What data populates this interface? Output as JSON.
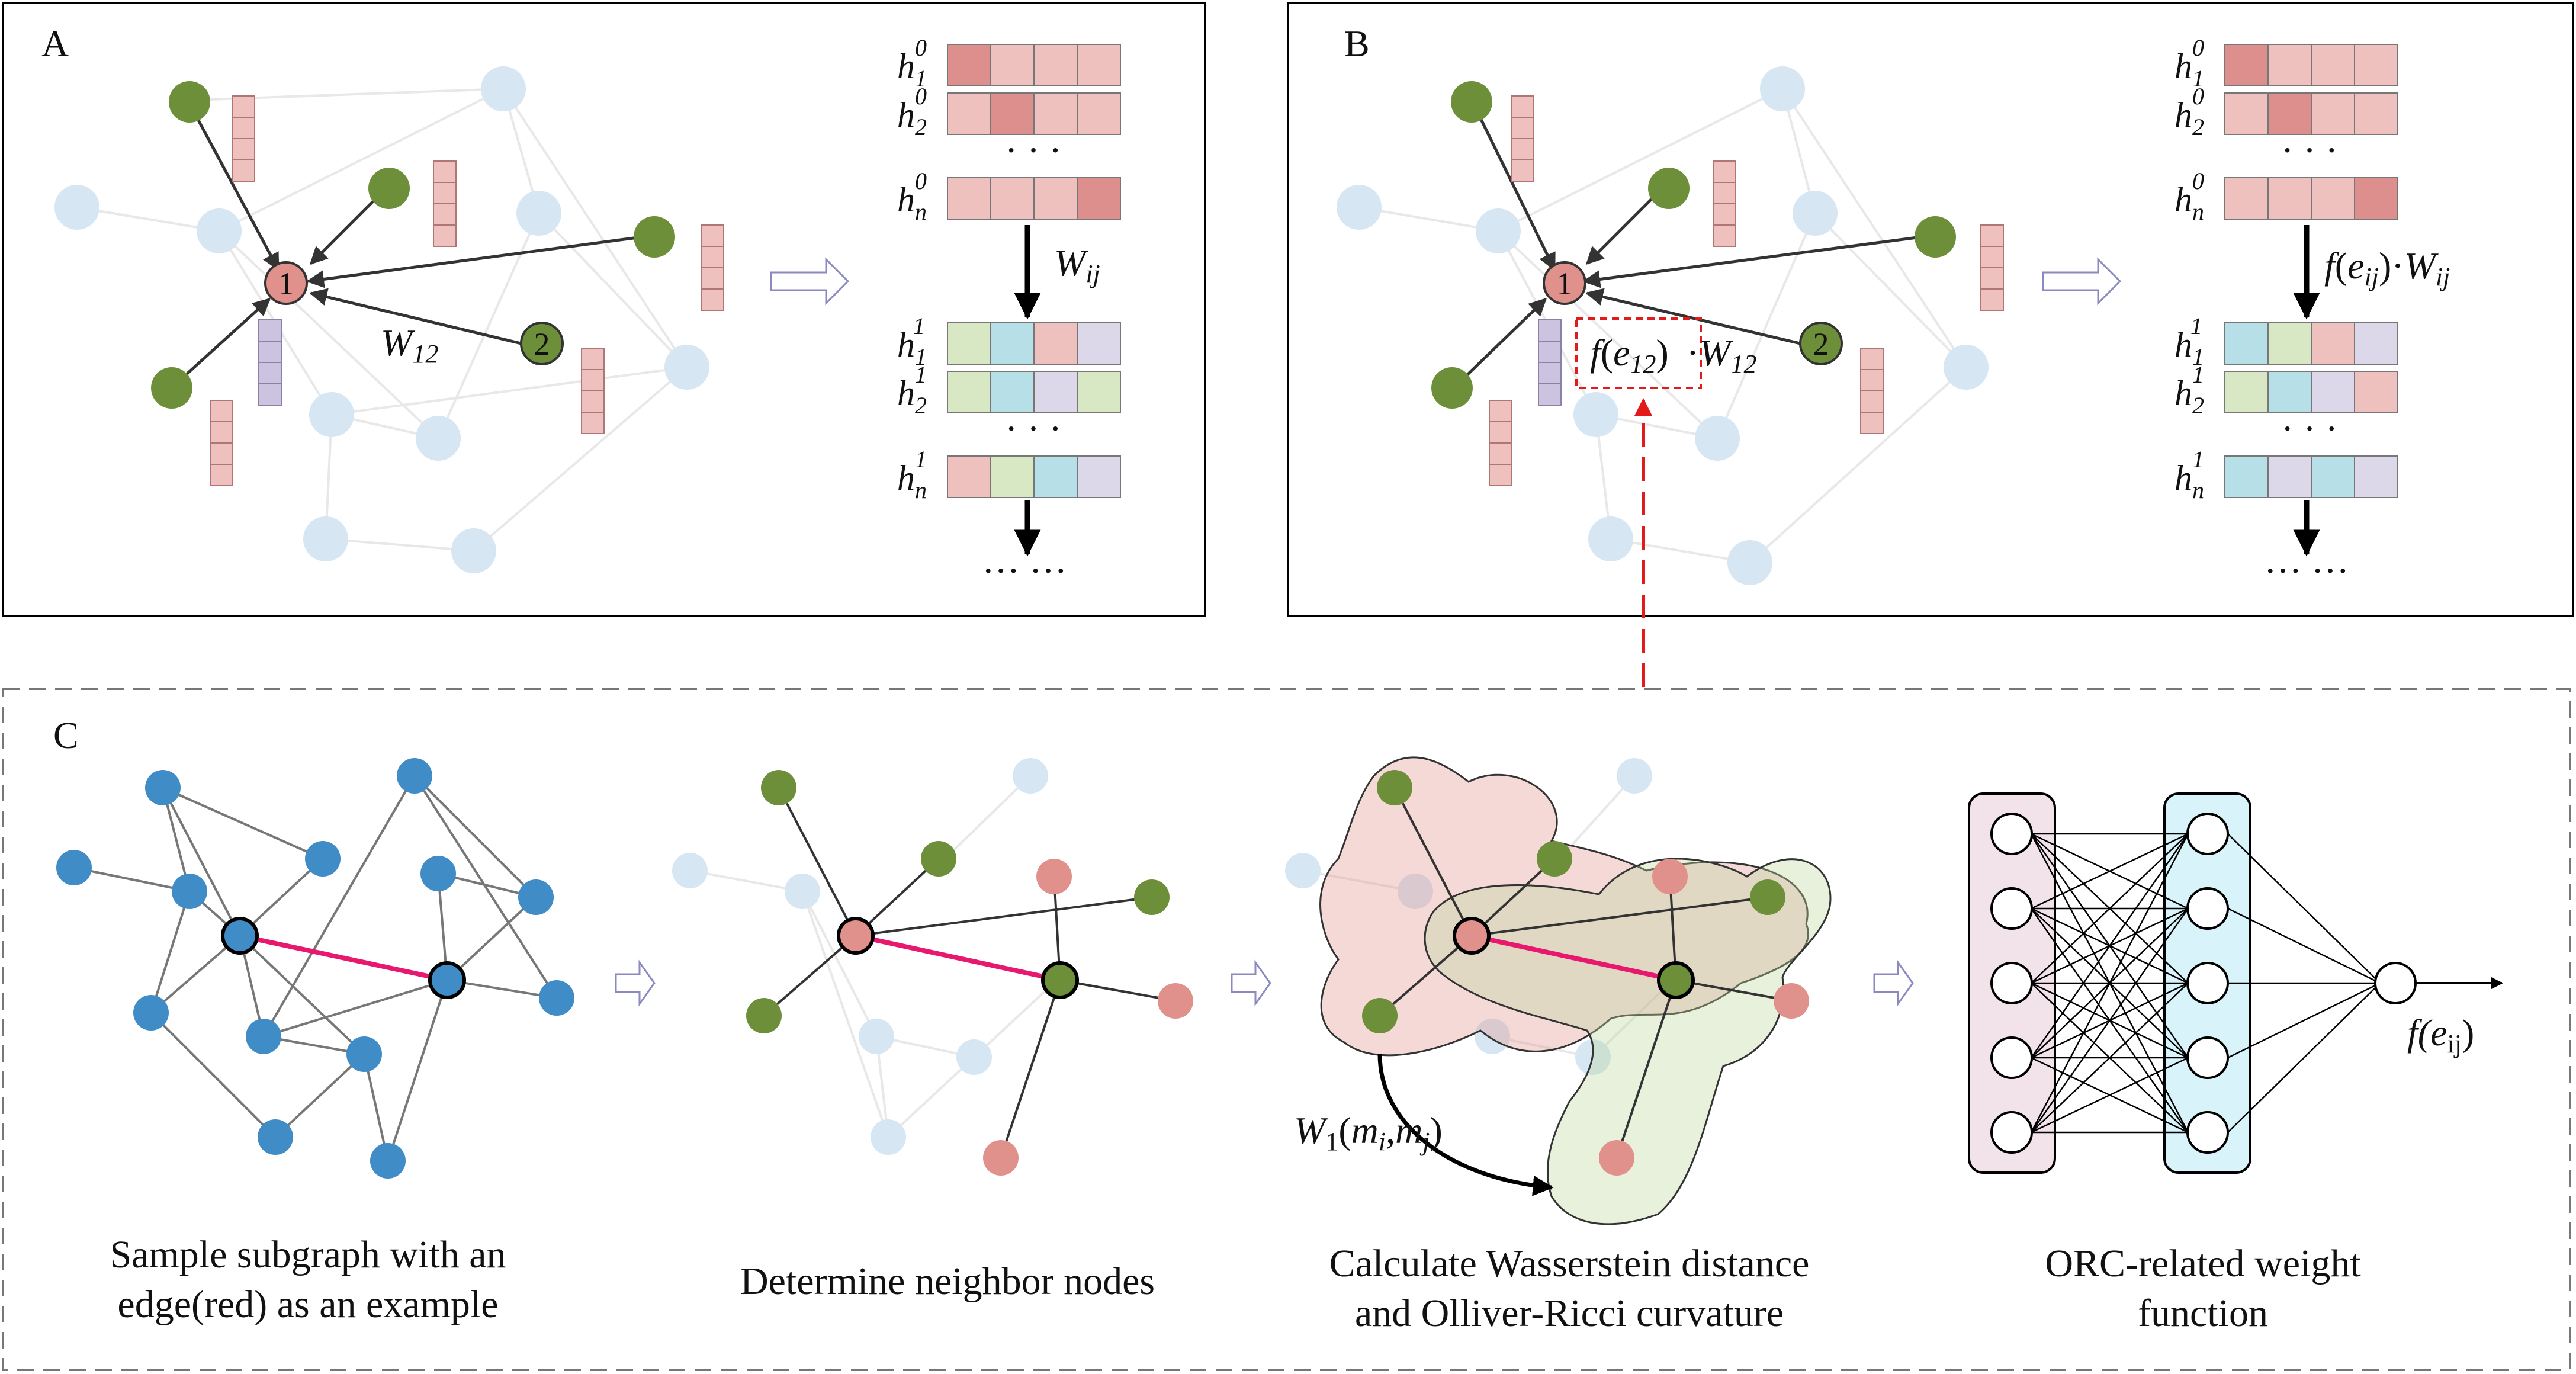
{
  "panels": {
    "a": {
      "label": "A",
      "node1": "1",
      "node2": "2",
      "edge_weight": "W",
      "edge_weight_sub": "12",
      "layer_weight": "W",
      "layer_weight_sub": "ij",
      "h_labels": [
        {
          "base": "h",
          "sub": "1",
          "sup": "0"
        },
        {
          "base": "h",
          "sub": "2",
          "sup": "0"
        },
        {
          "base": "h",
          "sub": "n",
          "sup": "0"
        },
        {
          "base": "h",
          "sub": "1",
          "sup": "1"
        },
        {
          "base": "h",
          "sub": "2",
          "sup": "1"
        },
        {
          "base": "h",
          "sub": "n",
          "sup": "1"
        }
      ],
      "vdots": "· · ·",
      "trailing": "··· ···"
    },
    "b": {
      "label": "B",
      "node1": "1",
      "node2": "2",
      "edge_formula": {
        "f": "f",
        "open": "(",
        "e": "e",
        "sub": "12",
        "close": ")",
        "dot": "·",
        "w": "W",
        "wsub": "12"
      },
      "layer_formula": {
        "f": "f",
        "open": "(",
        "e": "e",
        "sub": "ij",
        "close": ")",
        "dot": "·",
        "w": "W",
        "wsub": "ij"
      },
      "h_labels": [
        {
          "base": "h",
          "sub": "1",
          "sup": "0"
        },
        {
          "base": "h",
          "sub": "2",
          "sup": "0"
        },
        {
          "base": "h",
          "sub": "n",
          "sup": "0"
        },
        {
          "base": "h",
          "sub": "1",
          "sup": "1"
        },
        {
          "base": "h",
          "sub": "2",
          "sup": "1"
        },
        {
          "base": "h",
          "sub": "n",
          "sup": "1"
        }
      ],
      "vdots": "· · ·",
      "trailing": "··· ···"
    },
    "c": {
      "label": "C",
      "wasserstein": {
        "w": "W",
        "sub": "1",
        "open": "(",
        "m1": "m",
        "s1": "i",
        "comma": ",",
        "m2": "m",
        "s2": "j",
        "close": ")"
      },
      "output": {
        "f": "f(e",
        "sub": "ij",
        "close": ")"
      },
      "captions": {
        "step1": [
          "Sample subgraph with an",
          "edge(red) as an example"
        ],
        "step2": [
          "Determine neighbor nodes"
        ],
        "step3": [
          "Calculate Wasserstein distance",
          "and Olliver-Ricci curvature"
        ],
        "step4": [
          "ORC-related weight",
          "function"
        ]
      }
    }
  },
  "colors": {
    "green": "#6e8f3a",
    "pink": "#e1918c",
    "light_blue": "#d6e6f3",
    "blue": "#3f8cc7",
    "red_edge": "#e8186e",
    "mat_pink": "#eec1be",
    "mat_dark": "#dc8f8c",
    "mat_green": "#d9e8c4",
    "mat_cyan": "#b7dfe8",
    "mat_lav": "#dcd8ea",
    "mat_purple": "#cbc3e0",
    "dashed_red": "#e31a1a",
    "nn_left": "#f2e3ea",
    "nn_right": "#d8f3fa"
  }
}
